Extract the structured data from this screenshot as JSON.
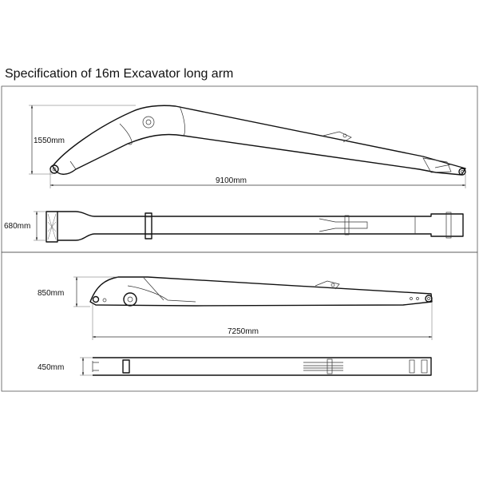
{
  "title": "Specification of 16m Excavator long arm",
  "boom": {
    "height_label": "1550mm",
    "length_label": "9100mm",
    "width_label": "680mm"
  },
  "arm": {
    "height_label": "850mm",
    "length_label": "7250mm",
    "width_label": "450mm"
  }
}
